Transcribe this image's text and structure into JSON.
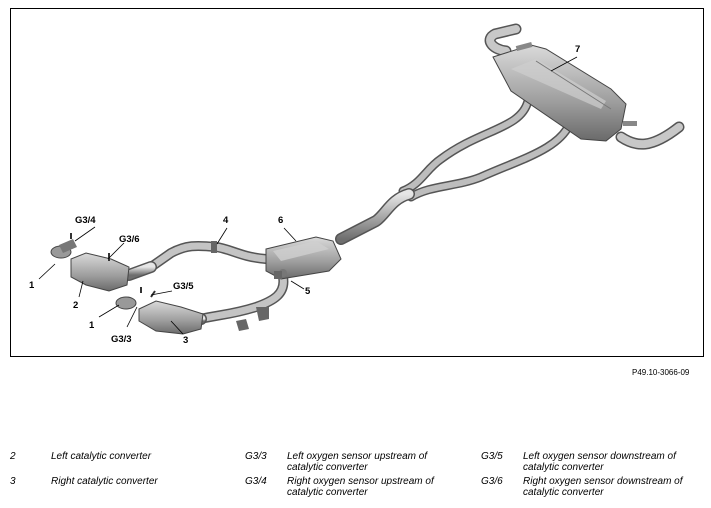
{
  "figure": {
    "callouts": {
      "c7": "7",
      "c4": "4",
      "c6": "6",
      "c5": "5",
      "c3": "3",
      "c2": "2",
      "c1a": "1",
      "c1b": "1",
      "g34": "G3/4",
      "g36": "G3/6",
      "g35": "G3/5",
      "g33": "G3/3"
    },
    "figure_id": "P49.10-3066-09"
  },
  "legend": [
    {
      "code": "2",
      "text": "Left catalytic converter"
    },
    {
      "code": "3",
      "text": "Right catalytic converter"
    },
    {
      "code": "G3/3",
      "text": "Left oxygen sensor upstream of catalytic converter"
    },
    {
      "code": "G3/4",
      "text": "Right oxygen sensor upstream of catalytic converter"
    },
    {
      "code": "G3/5",
      "text": "Left oxygen sensor downstream of catalytic converter"
    },
    {
      "code": "G3/6",
      "text": "Right oxygen sensor downstream of catalytic converter"
    }
  ]
}
